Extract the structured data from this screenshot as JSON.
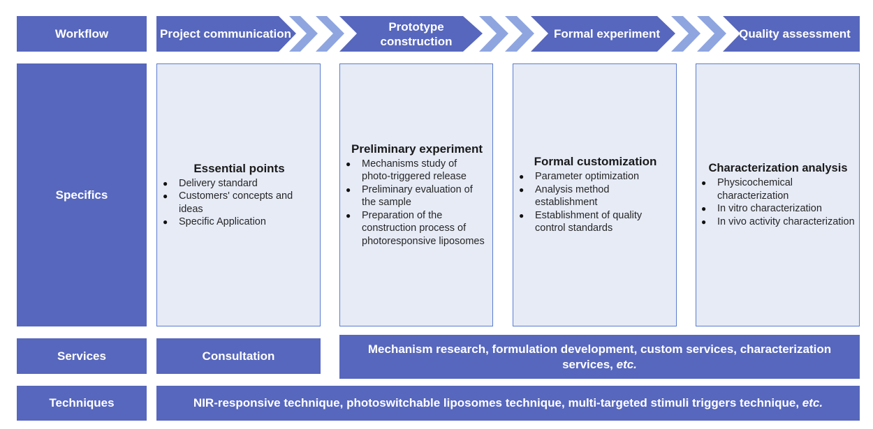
{
  "rows": {
    "workflow": "Workflow",
    "specifics": "Specifics",
    "services": "Services",
    "techniques": "Techniques"
  },
  "workflow_steps": [
    {
      "label": "Project communication"
    },
    {
      "label": "Prototype construction"
    },
    {
      "label": "Formal experiment"
    },
    {
      "label": "Quality assessment"
    }
  ],
  "specifics": [
    {
      "title": "Essential points",
      "items": [
        "Delivery standard",
        "Customers' concepts and ideas",
        "Specific Application"
      ]
    },
    {
      "title": "Preliminary experiment",
      "items": [
        "Mechanisms study of photo-triggered release",
        "Preliminary evaluation of the sample",
        "Preparation of the construction process of photoresponsive liposomes"
      ]
    },
    {
      "title": "Formal customization",
      "items": [
        "Parameter optimization",
        "Analysis method establishment",
        "Establishment of quality control standards"
      ]
    },
    {
      "title": "Characterization analysis",
      "items": [
        "Physicochemical characterization",
        "In vitro characterization",
        "In vivo activity characterization"
      ]
    }
  ],
  "services": {
    "consultation": "Consultation",
    "main_text": "Mechanism research, formulation development, custom services, characterization services,",
    "main_etc": "etc."
  },
  "techniques": {
    "text": "NIR-responsive technique, photoswitchable liposomes technique, multi-targeted stimuli triggers technique,",
    "etc": "etc."
  },
  "colors": {
    "primary": "#5767BD",
    "chevron": "#8EA5E0",
    "card_bg": "#E6EBF6",
    "card_border": "#5A7BD0"
  }
}
